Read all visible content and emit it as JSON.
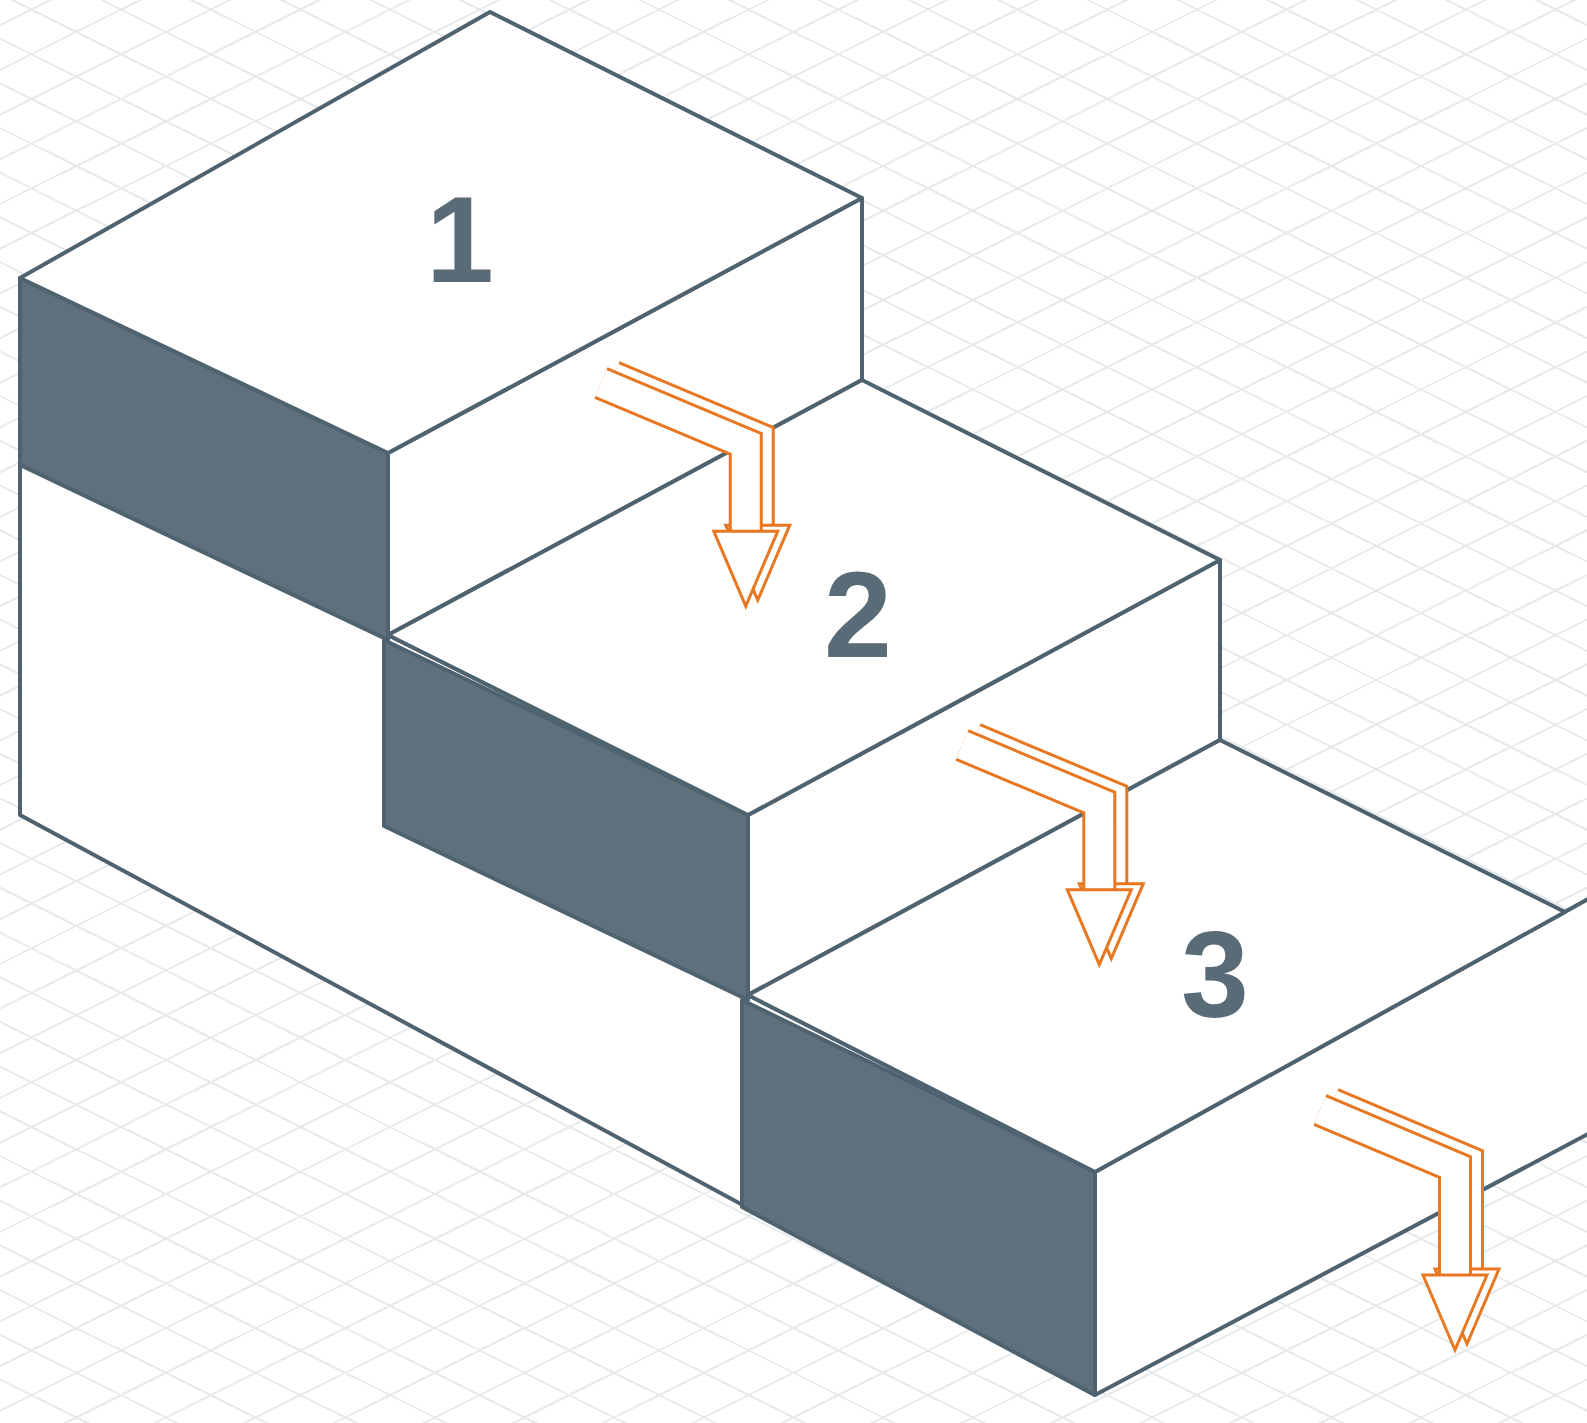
{
  "diagram": {
    "nodes": [
      {
        "text": [
          "1"
        ]
      },
      {
        "text": [
          "2"
        ]
      },
      {
        "text": [
          "3"
        ]
      }
    ],
    "edges": [
      {
        "from": 0,
        "to": 1,
        "arrow": "to"
      },
      {
        "from": 1,
        "to": 2,
        "arrow": "to"
      }
    ]
  }
}
